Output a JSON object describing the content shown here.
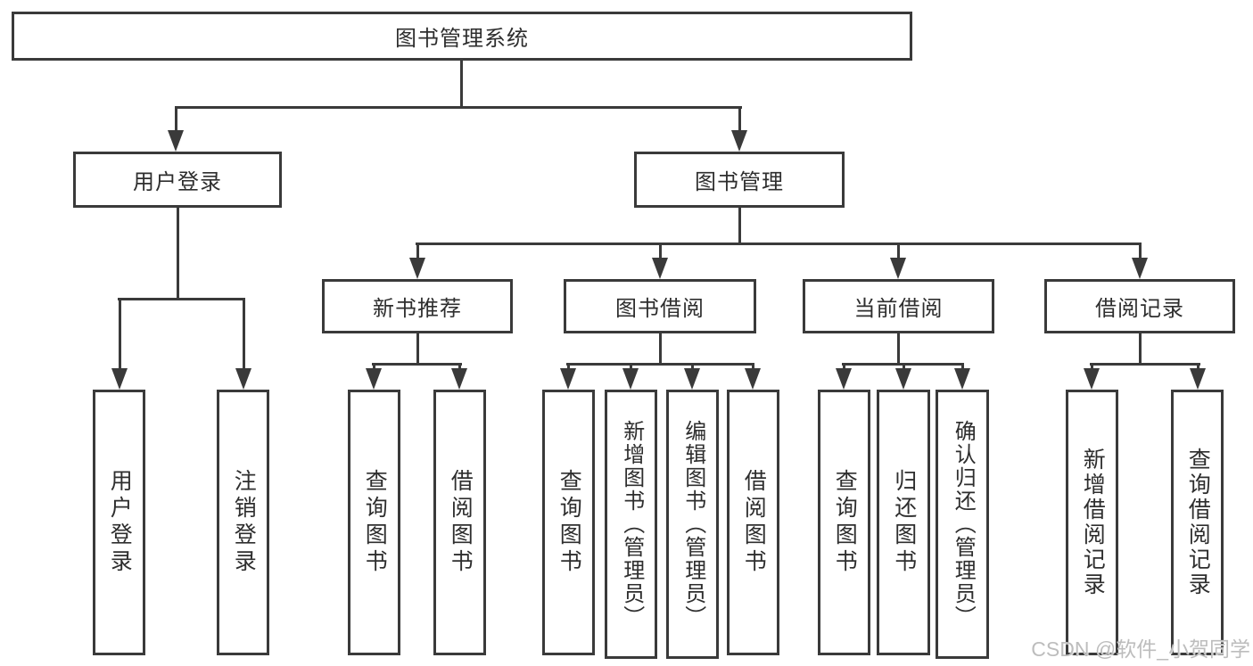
{
  "diagram": {
    "type": "hierarchy-tree",
    "colors": {
      "line": "#3a3a3a",
      "text": "#2e2e2e",
      "background": "#ffffff",
      "watermark": "#bdbdbd"
    }
  },
  "tree": {
    "label": "图书管理系统",
    "children": [
      {
        "label": "用户登录",
        "children": [
          {
            "label": "用户登录"
          },
          {
            "label": "注销登录"
          }
        ]
      },
      {
        "label": "图书管理",
        "children": [
          {
            "label": "新书推荐",
            "children": [
              {
                "label": "查询图书"
              },
              {
                "label": "借阅图书"
              }
            ]
          },
          {
            "label": "图书借阅",
            "children": [
              {
                "label": "查询图书"
              },
              {
                "label": "新增图书（管理员）"
              },
              {
                "label": "编辑图书（管理员）"
              },
              {
                "label": "借阅图书"
              }
            ]
          },
          {
            "label": "当前借阅",
            "children": [
              {
                "label": "查询图书"
              },
              {
                "label": "归还图书"
              },
              {
                "label": "确认归还（管理员）"
              }
            ]
          },
          {
            "label": "借阅记录",
            "children": [
              {
                "label": "新增借阅记录"
              },
              {
                "label": "查询借阅记录"
              }
            ]
          }
        ]
      }
    ]
  },
  "watermark": {
    "text": "CSDN @软件_小贺同学"
  }
}
